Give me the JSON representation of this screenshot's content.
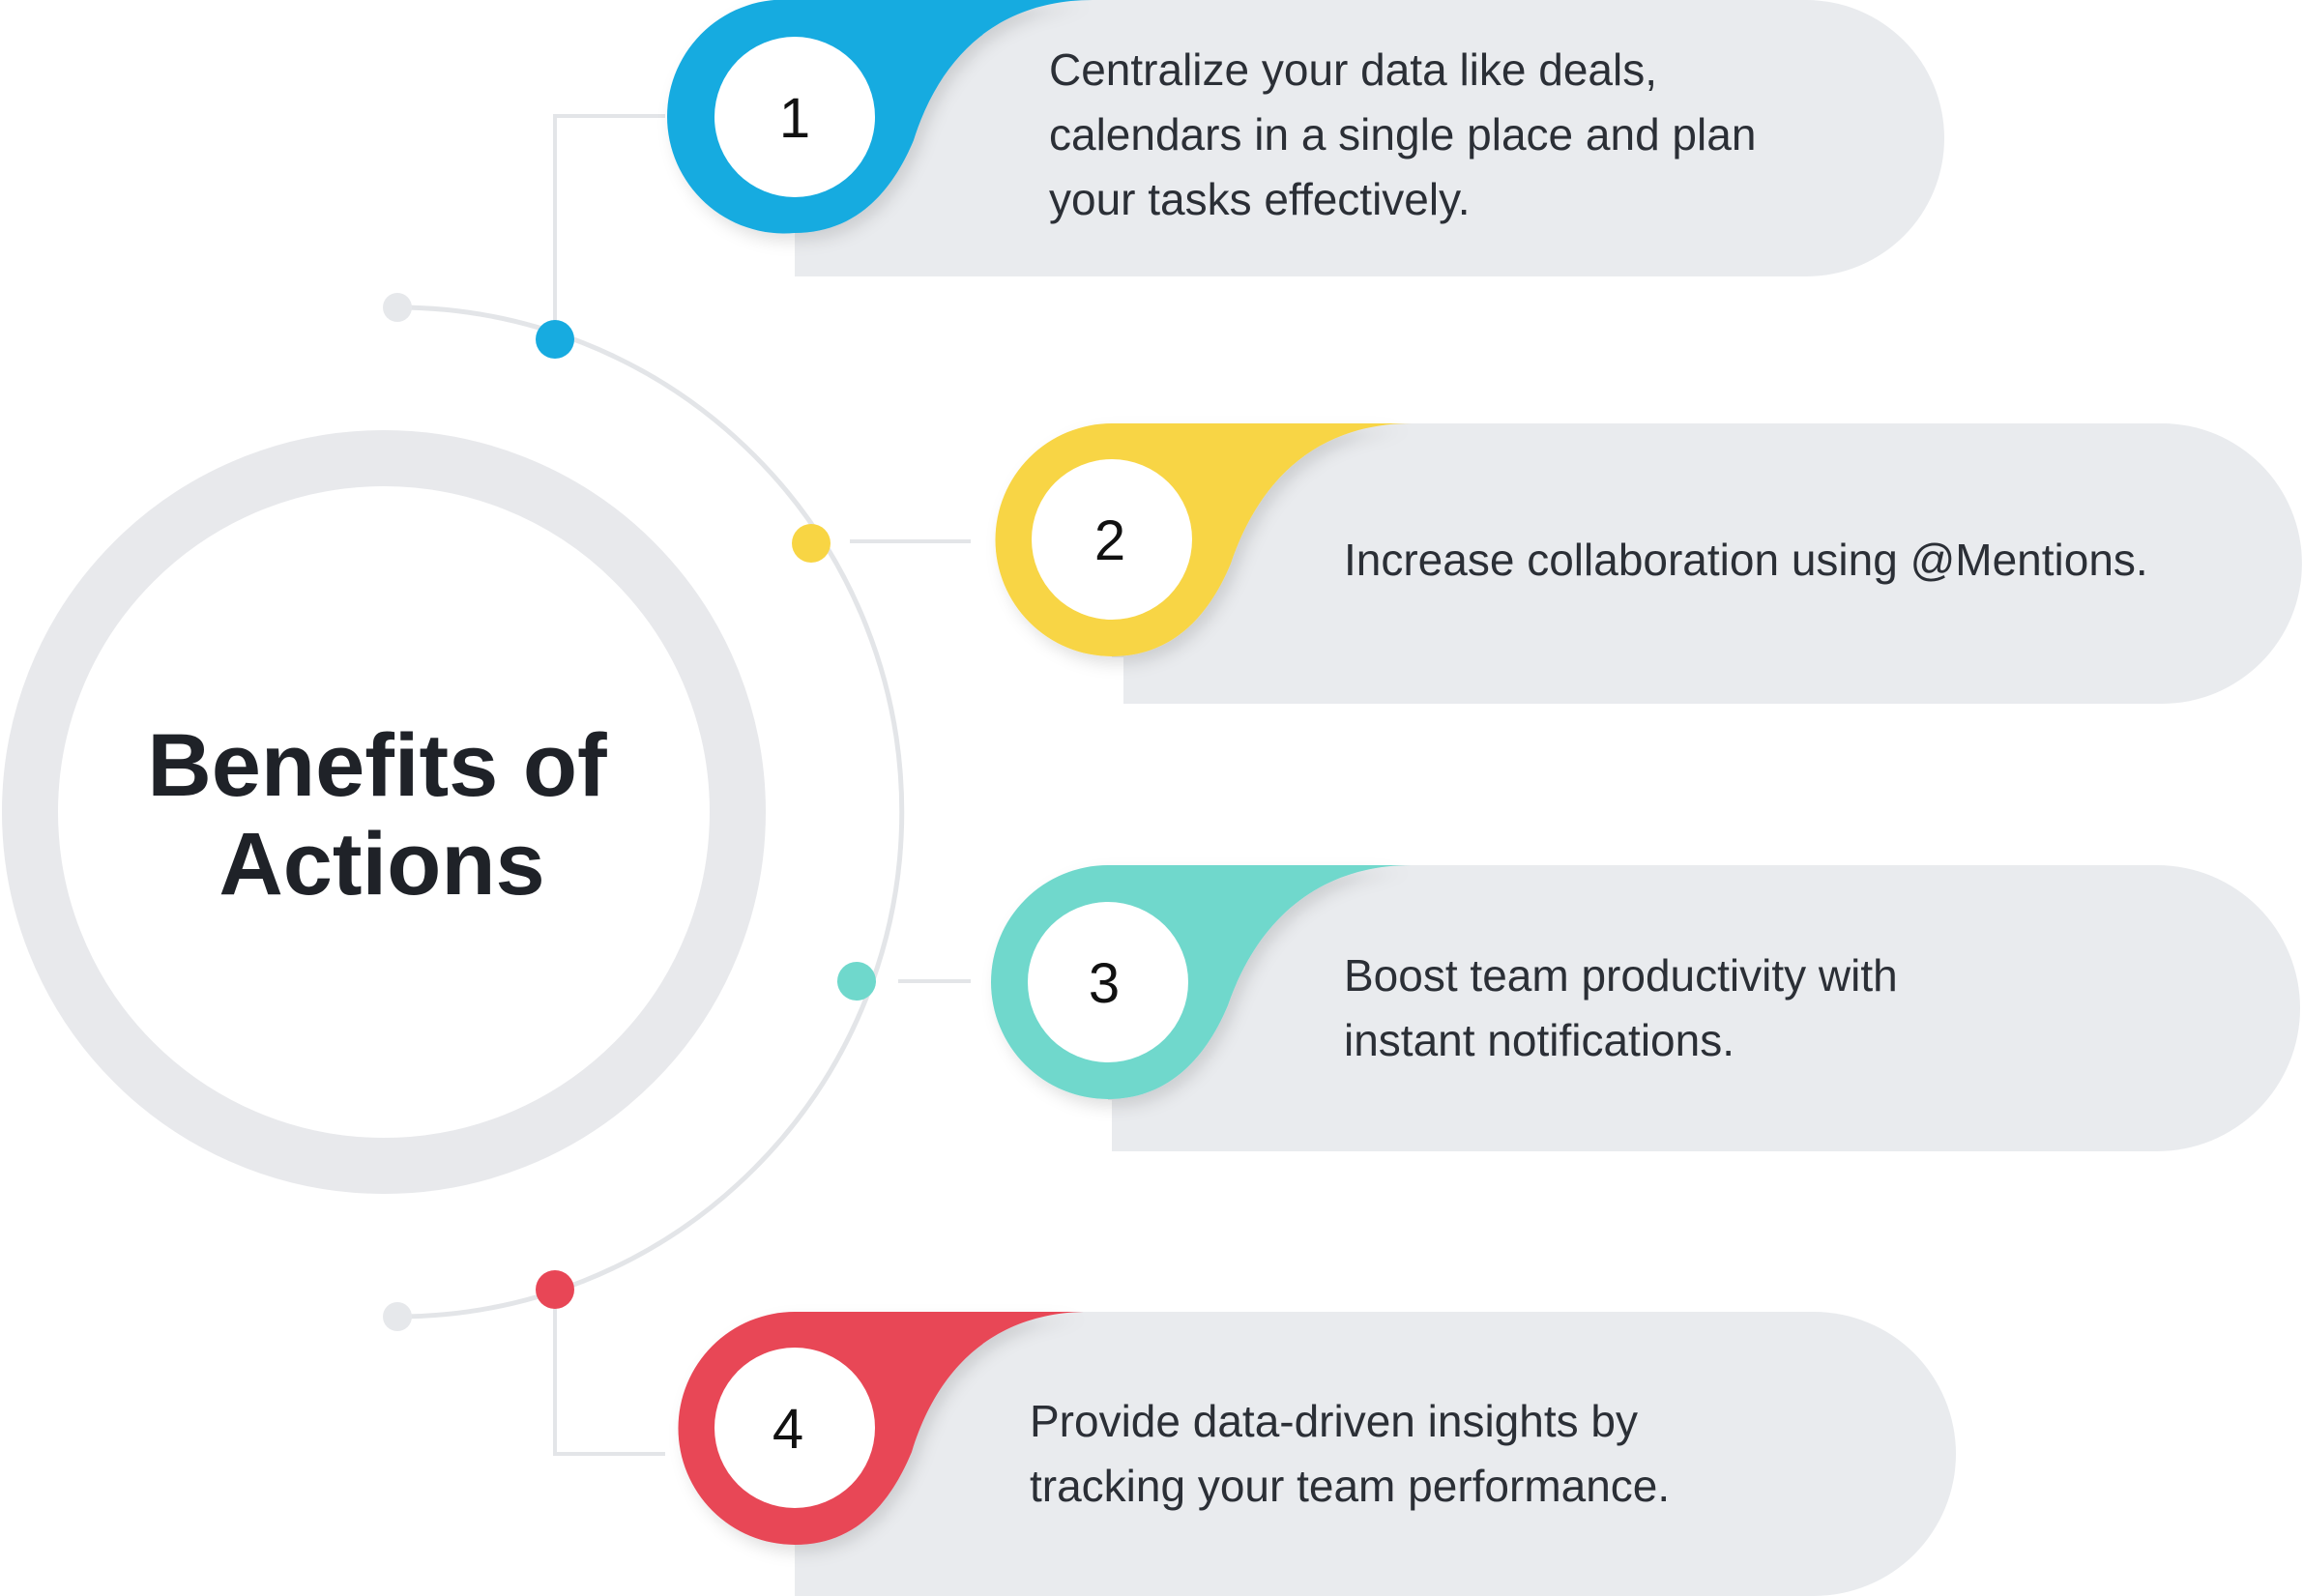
{
  "title": {
    "line1": "Benefits of",
    "line2": "Actions"
  },
  "colors": {
    "background": "#ffffff",
    "panel": "#e9ebee",
    "ring": "#e8e9ec",
    "connector": "#e3e5e8",
    "title": "#1f2228",
    "text": "#2b2f36"
  },
  "benefits": [
    {
      "number": "1",
      "color": "#17abe0",
      "lines": [
        "Centralize your data like deals,",
        "calendars in a single place and plan",
        "your tasks effectively."
      ]
    },
    {
      "number": "2",
      "color": "#f8d544",
      "lines": [
        "Increase collaboration using @Mentions."
      ]
    },
    {
      "number": "3",
      "color": "#6fd8cc",
      "lines": [
        "Boost team productivity with",
        "instant notifications."
      ]
    },
    {
      "number": "4",
      "color": "#e84656",
      "lines": [
        "Provide data-driven insights by",
        "tracking your team performance."
      ]
    }
  ]
}
